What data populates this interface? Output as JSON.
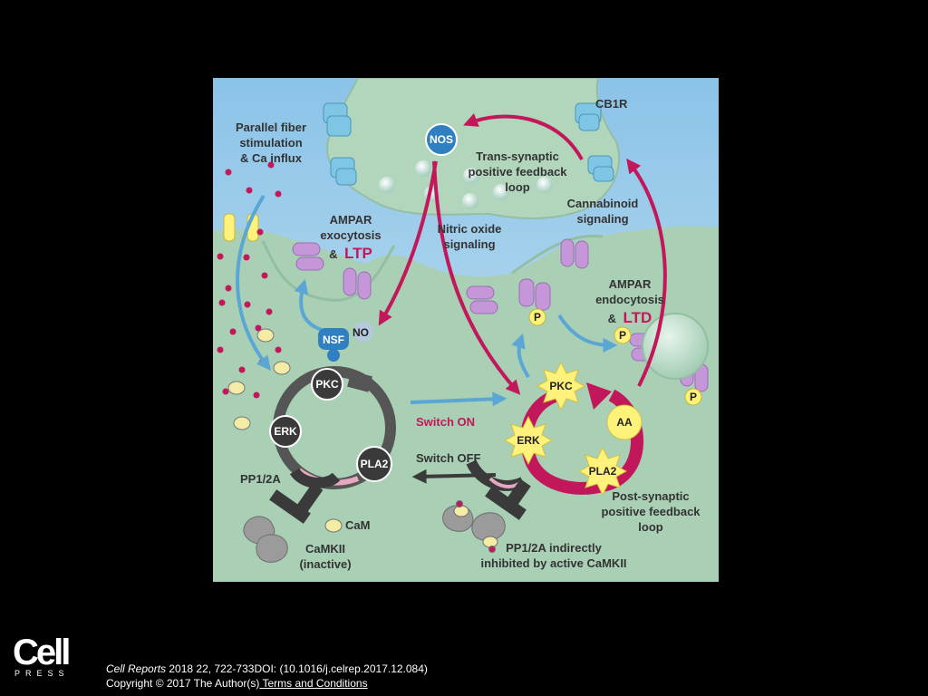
{
  "diagram": {
    "labels": {
      "cb1r": "CB1R",
      "parallel_fiber": [
        "Parallel fiber",
        "stimulation",
        "& Ca influx"
      ],
      "trans_synaptic": [
        "Trans-synaptic",
        "positive feedback",
        "loop"
      ],
      "cannabinoid": [
        "Cannabinoid",
        "signaling"
      ],
      "ampar_exo": [
        "AMPAR",
        "exocytosis"
      ],
      "ampar_exo_amp": "&",
      "ltp": "LTP",
      "nitric_oxide": [
        "Nitric oxide",
        "signaling"
      ],
      "ampar_endo": [
        "AMPAR",
        "endocytosis"
      ],
      "ampar_endo_amp": "&",
      "ltd": "LTD",
      "switch_on": "Switch ON",
      "switch_off": "Switch OFF",
      "pp1_2a": "PP1/2A",
      "cam": "CaM",
      "camkii_inactive": [
        "CaMKII",
        "(inactive)"
      ],
      "post_synaptic": [
        "Post-synaptic",
        "positive feedback",
        "loop"
      ],
      "pp1_indirect": [
        "PP1/2A indirectly",
        "inhibited by active CaMKII"
      ]
    },
    "nodes": {
      "nos": "NOS",
      "nsf": "NSF",
      "no": "NO",
      "pkc_left": "PKC",
      "erk_left": "ERK",
      "pla2_left": "PLA2",
      "pkc_right": "PKC",
      "erk_right": "ERK",
      "pla2_right": "PLA2",
      "aa": "AA",
      "p": "P"
    },
    "colors": {
      "background": "#000000",
      "sky": "#8ec5e8",
      "cytoplasm": "#a9cfb5",
      "presynapse": "#b2d6bc",
      "magenta_arrow": "#c2185b",
      "blue_arrow": "#5aa7d6",
      "dark_node": "#3a3a3a",
      "yellow_node": "#fff27a",
      "ampar": "#c597d9",
      "receptor": "#7fc6e4",
      "nos": "#2f7fc1"
    }
  },
  "footer": {
    "logo_main": "Cell",
    "logo_sub": "PRESS",
    "citation_journal": "Cell Reports",
    "citation_rest": " 2018 22, 722-733DOI: (10.1016/j.celrep.2017.12.084)",
    "copyright": "Copyright © 2017 The Author(s)",
    "terms_link": " Terms and Conditions"
  }
}
